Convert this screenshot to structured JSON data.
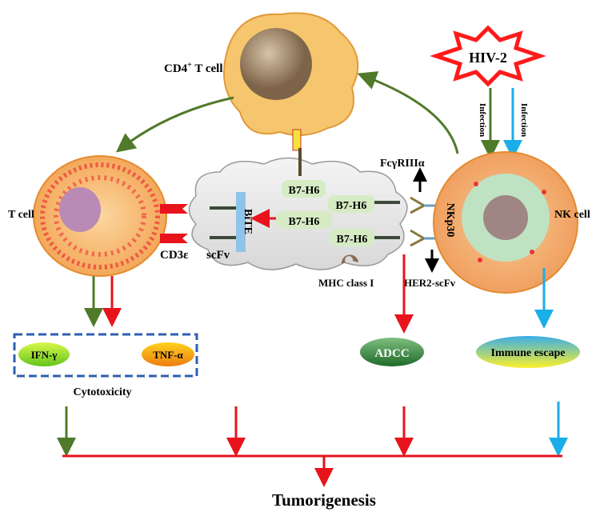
{
  "labels": {
    "cd4_cell": "CD4",
    "cd4_sup": "+",
    "cd4_suffix": " T cell",
    "hiv": "HIV-2",
    "infection_green": "Infection",
    "infection_blue": "Infection",
    "fc_receptor": "FcγRIIIα",
    "nk_cell": "NK cell",
    "t_cell": "T cell",
    "cd3": "CD3ε",
    "scfv": "scFv",
    "bite": "BiTE",
    "b7h6": [
      "B7-H6",
      "B7-H6",
      "B7-H6",
      "B7-H6"
    ],
    "nkp30": "NKp30",
    "mhc": "MHC class I",
    "her2": "HER2-scFv",
    "ifn": "IFN-γ",
    "tnf": "TNF-α",
    "cytotoxicity": "Cytotoxicity",
    "adcc": "ADCC",
    "immune_escape": "Immune escape",
    "tumorigenesis": "Tumorigenesis"
  },
  "colors": {
    "green_arrow": "#4f7a2a",
    "red_arrow": "#e8131b",
    "blue_arrow": "#1aaee8",
    "cell_orange": "#f6c66e",
    "hiv_star": "#ff1a1a",
    "b7h6_box": "#d6ebc4"
  }
}
